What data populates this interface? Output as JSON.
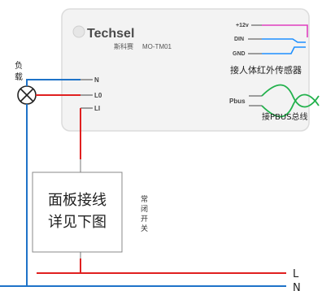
{
  "module": {
    "brand": "Techsel",
    "brand_cn": "斯科赛",
    "model": "MO-TM01",
    "pins_left": [
      "N",
      "L0",
      "LI"
    ],
    "pins_right_top": [
      "+12v",
      "DIN",
      "GND"
    ],
    "pin_pbus": "Pbus"
  },
  "labels": {
    "load": "负\n载",
    "sensor": "接人体红外传感器",
    "pbus": "接PBUS总线",
    "panel_line1": "面板接线",
    "panel_line2": "详见下图",
    "switch": "常\n闭\n开\n关",
    "rail_L": "L",
    "rail_N": "N"
  },
  "colors": {
    "neutral": "#1e73c8",
    "live": "#e02020",
    "sensor_pink": "#e040c0",
    "sensor_blue": "#1e90ff",
    "pbus_green": "#22b14c"
  }
}
